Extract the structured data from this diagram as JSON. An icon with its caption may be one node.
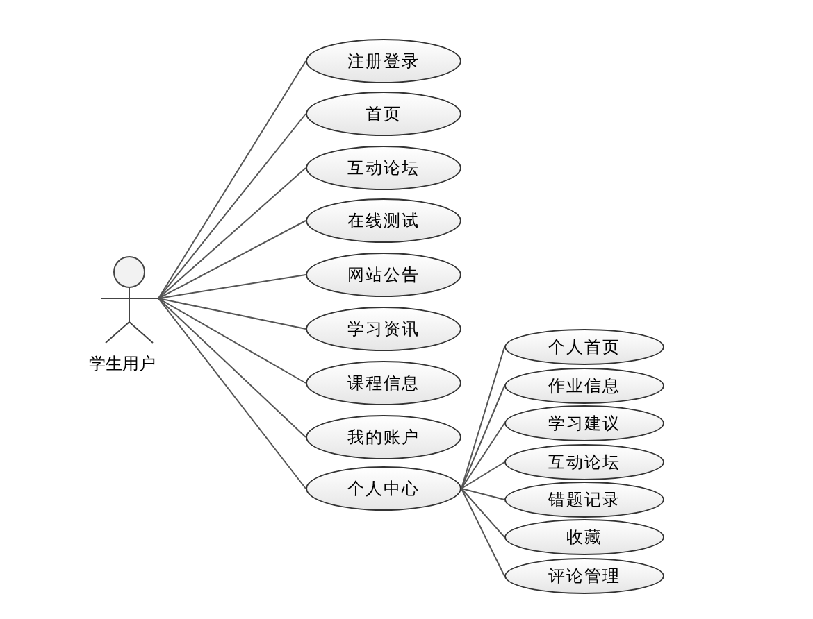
{
  "diagram": {
    "nodes": [
      {
        "text": [
          "学生用户"
        ]
      },
      {
        "text": [
          "注册登录"
        ]
      },
      {
        "text": [
          "首页"
        ]
      },
      {
        "text": [
          "互动论坛"
        ]
      },
      {
        "text": [
          "在线测试"
        ]
      },
      {
        "text": [
          "网站公告"
        ]
      },
      {
        "text": [
          "学习资讯"
        ]
      },
      {
        "text": [
          "课程信息"
        ]
      },
      {
        "text": [
          "我的账户"
        ]
      },
      {
        "text": [
          "个人中心"
        ]
      },
      {
        "text": [
          "个人首页"
        ]
      },
      {
        "text": [
          "作业信息"
        ]
      },
      {
        "text": [
          "学习建议"
        ]
      },
      {
        "text": [
          "互动论坛"
        ]
      },
      {
        "text": [
          "错题记录"
        ]
      },
      {
        "text": [
          "收藏"
        ]
      },
      {
        "text": [
          "评论管理"
        ]
      }
    ],
    "edges": [
      {
        "from": 0,
        "to": 1,
        "arrow": "none"
      },
      {
        "from": 0,
        "to": 2,
        "arrow": "none"
      },
      {
        "from": 0,
        "to": 3,
        "arrow": "none"
      },
      {
        "from": 0,
        "to": 4,
        "arrow": "none"
      },
      {
        "from": 0,
        "to": 5,
        "arrow": "none"
      },
      {
        "from": 0,
        "to": 6,
        "arrow": "none"
      },
      {
        "from": 0,
        "to": 7,
        "arrow": "none"
      },
      {
        "from": 0,
        "to": 8,
        "arrow": "none"
      },
      {
        "from": 0,
        "to": 9,
        "arrow": "none"
      },
      {
        "from": 9,
        "to": 10,
        "arrow": "none"
      },
      {
        "from": 9,
        "to": 11,
        "arrow": "none"
      },
      {
        "from": 9,
        "to": 12,
        "arrow": "none"
      },
      {
        "from": 9,
        "to": 13,
        "arrow": "none"
      },
      {
        "from": 9,
        "to": 14,
        "arrow": "none"
      },
      {
        "from": 9,
        "to": 15,
        "arrow": "none"
      },
      {
        "from": 9,
        "to": 16,
        "arrow": "none"
      }
    ]
  }
}
